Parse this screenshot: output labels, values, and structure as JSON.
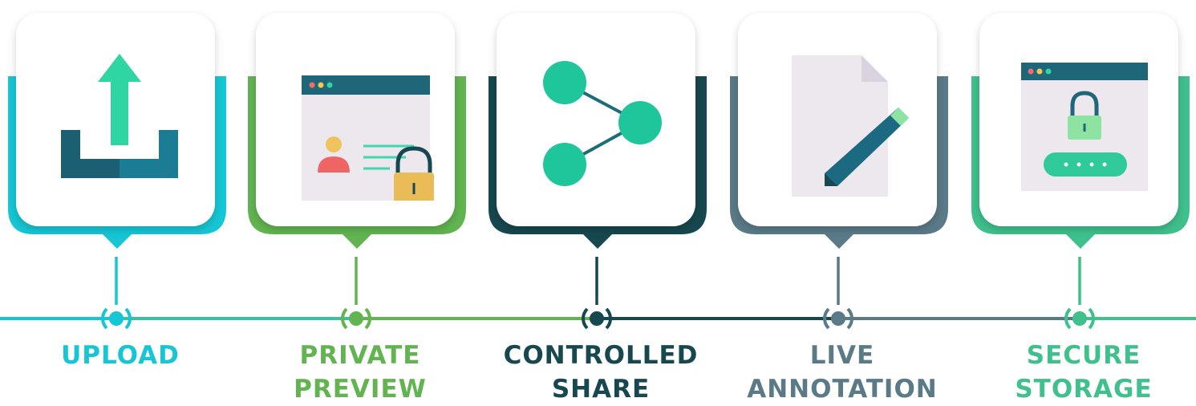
{
  "steps": [
    {
      "id": "upload",
      "lines": [
        "UPLOAD"
      ],
      "color": "#16C6D4",
      "icon": "upload-icon"
    },
    {
      "id": "private-preview",
      "lines": [
        "PRIVATE",
        "PREVIEW"
      ],
      "color": "#62B451",
      "icon": "private-document-lock-icon"
    },
    {
      "id": "controlled-share",
      "lines": [
        "CONTROLLED",
        "SHARE"
      ],
      "color": "#17474F",
      "icon": "share-icon"
    },
    {
      "id": "live-annotation",
      "lines": [
        "LIVE",
        "ANNOTATION"
      ],
      "color": "#5A7A88",
      "icon": "document-pencil-icon"
    },
    {
      "id": "secure-storage",
      "lines": [
        "SECURE",
        "STORAGE"
      ],
      "color": "#3FC08C",
      "icon": "secure-window-lock-icon"
    }
  ]
}
